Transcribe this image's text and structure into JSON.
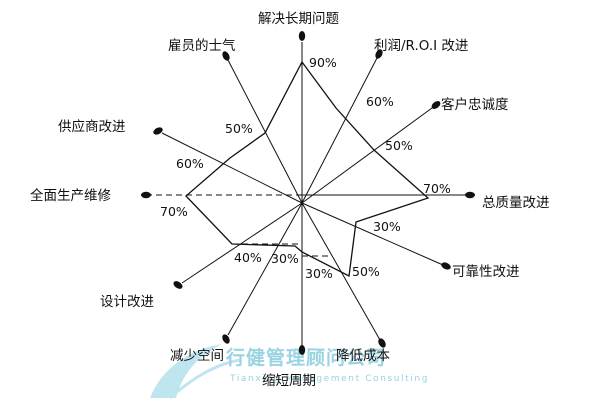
{
  "diagram": {
    "axes": [
      {
        "label": "解决长期问题",
        "value_label": "90%",
        "value": 90
      },
      {
        "label": "利润/R.O.I 改进",
        "value_label": "60%",
        "value": 60
      },
      {
        "label": "客户忠诚度",
        "value_label": "50%",
        "value": 50
      },
      {
        "label": "总质量改进",
        "value_label": "70%",
        "value": 70
      },
      {
        "label": "可靠性改进",
        "value_label": "30%",
        "value": 30
      },
      {
        "label": "降低成本",
        "value_label": "50%",
        "value": 50
      },
      {
        "label": "缩短周期",
        "value_label": "30%",
        "value": 30
      },
      {
        "label": "减少空间",
        "value_label": "30%",
        "value": 30
      },
      {
        "label": "设计改进",
        "value_label": "40%",
        "value": 40
      },
      {
        "label": "全面生产维修",
        "value_label": "70%",
        "value": 70
      },
      {
        "label": "供应商改进",
        "value_label": "60%",
        "value": 60
      },
      {
        "label": "雇员的士气",
        "value_label": "50%",
        "value": 50
      }
    ]
  },
  "watermark": {
    "cn": "行健管理顾问公司",
    "en": "Tianxing Management Consulting"
  },
  "colors": {
    "line": "#111111",
    "watermark": "#9ad3e2"
  }
}
